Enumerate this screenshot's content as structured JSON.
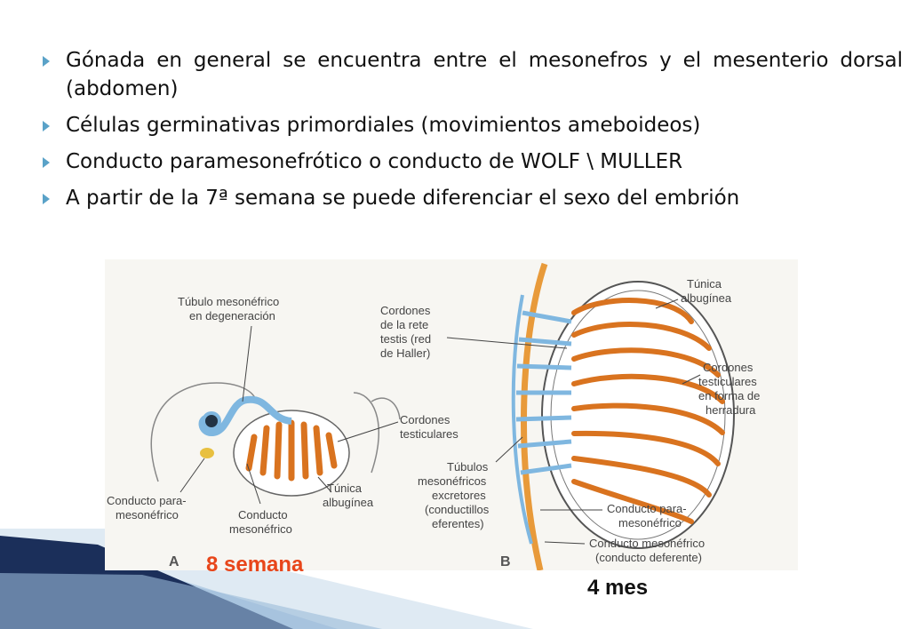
{
  "bullets": [
    "Gónada en general se encuentra entre el mesonefros y el mesenterio dorsal (abdomen)",
    "Células germinativas primordiales (movimientos ameboideos)",
    "Conducto paramesonefrótico o conducto de WOLF \\ MULLER",
    "A partir de la 7ª semana se puede diferenciar el sexo del embrión"
  ],
  "figure": {
    "panel_a": {
      "letter": "A",
      "labels": {
        "tubulo_1": "Túbulo mesonéfrico",
        "tubulo_2": "en degeneración",
        "cordones_1": "Cordones",
        "cordones_2": "testiculares",
        "tunica_1": "Túnica",
        "tunica_2": "albugínea",
        "para_1": "Conducto para-",
        "para_2": "mesonéfrico",
        "meso_1": "Conducto",
        "meso_2": "mesonéfrico"
      }
    },
    "panel_b": {
      "letter": "B",
      "labels": {
        "rete_1": "Cordones",
        "rete_2": "de la rete",
        "rete_3": "testis (red",
        "rete_4": "de Haller)",
        "tunica_1": "Túnica",
        "tunica_2": "albugínea",
        "cord_1": "Cordones",
        "cord_2": "testiculares",
        "cord_3": "en forma de",
        "cord_4": "herradura",
        "tub_1": "Túbulos",
        "tub_2": "mesonéfricos",
        "tub_3": "excretores",
        "tub_4": "(conductillos",
        "tub_5": "eferentes)",
        "para_1": "Conducto para-",
        "para_2": "mesonéfrico",
        "meso_1": "Conducto mesonéfrico",
        "meso_2": "(conducto deferente)"
      }
    }
  },
  "captions": {
    "a": "8 semana",
    "b": "4 mes"
  },
  "colors": {
    "bullet_arrow": "#5aa2c8",
    "caption_a": "#e8461a",
    "cord_orange": "#d9731f",
    "duct_blue": "#7fb7e0",
    "corner_navy": "#1b2f5a"
  }
}
